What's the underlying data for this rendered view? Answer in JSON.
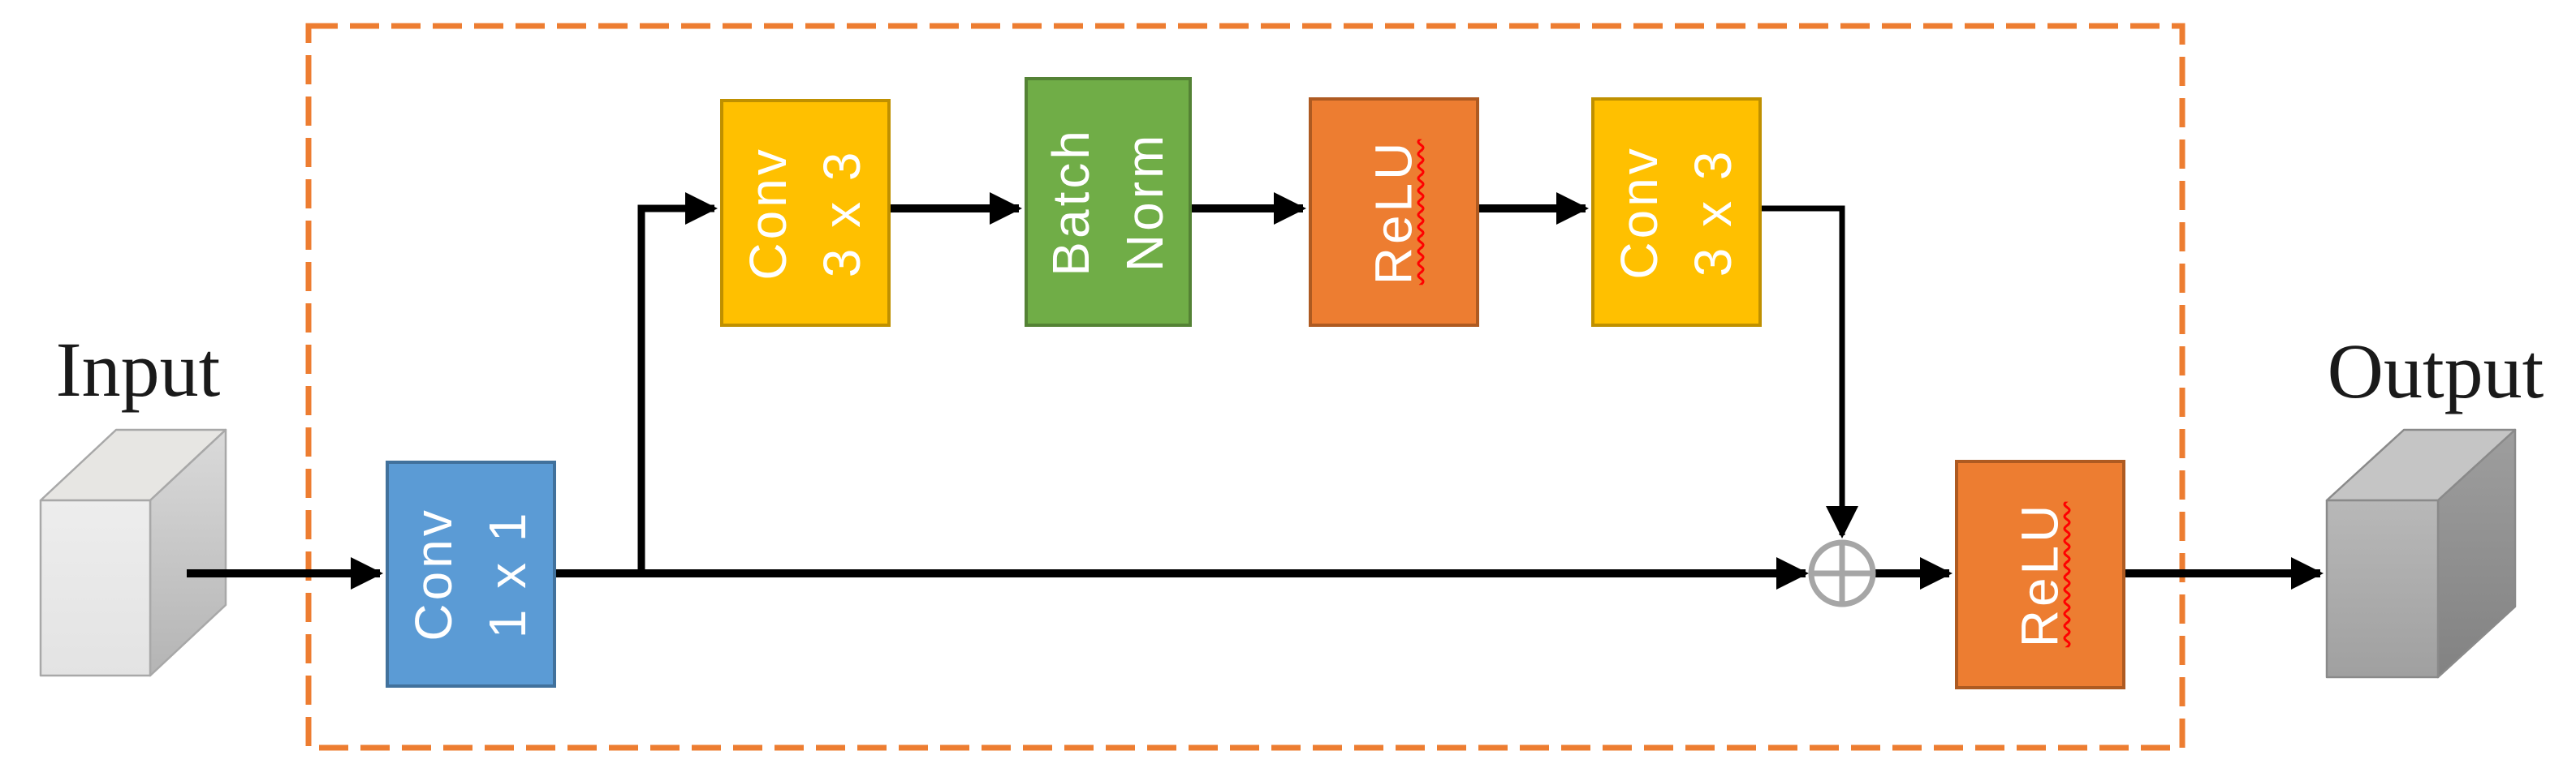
{
  "diagram": {
    "input_label": "Input",
    "output_label": "Output",
    "blocks": [
      {
        "id": "conv-1x1",
        "label": "Conv\n1 x 1",
        "fill": "#5B9BD5",
        "border": "#41719C"
      },
      {
        "id": "conv-3x3-a",
        "label": "Conv\n3 x 3",
        "fill": "#FFC000",
        "border": "#BF9000"
      },
      {
        "id": "batch-norm",
        "label": "Batch\nNorm",
        "fill": "#70AD47",
        "border": "#548235"
      },
      {
        "id": "relu-a",
        "label": "ReLU",
        "fill": "#ED7D31",
        "border": "#AE5A21"
      },
      {
        "id": "conv-3x3-b",
        "label": "Conv\n3 x 3",
        "fill": "#FFC000",
        "border": "#BF9000"
      },
      {
        "id": "relu-out",
        "label": "ReLU",
        "fill": "#ED7D31",
        "border": "#AE5A21"
      }
    ],
    "add_operator_symbol": "⊕",
    "colors": {
      "dashed_border": "#ED7D31",
      "connector": "#000000",
      "operator_gray": "#A6A6A6"
    }
  }
}
